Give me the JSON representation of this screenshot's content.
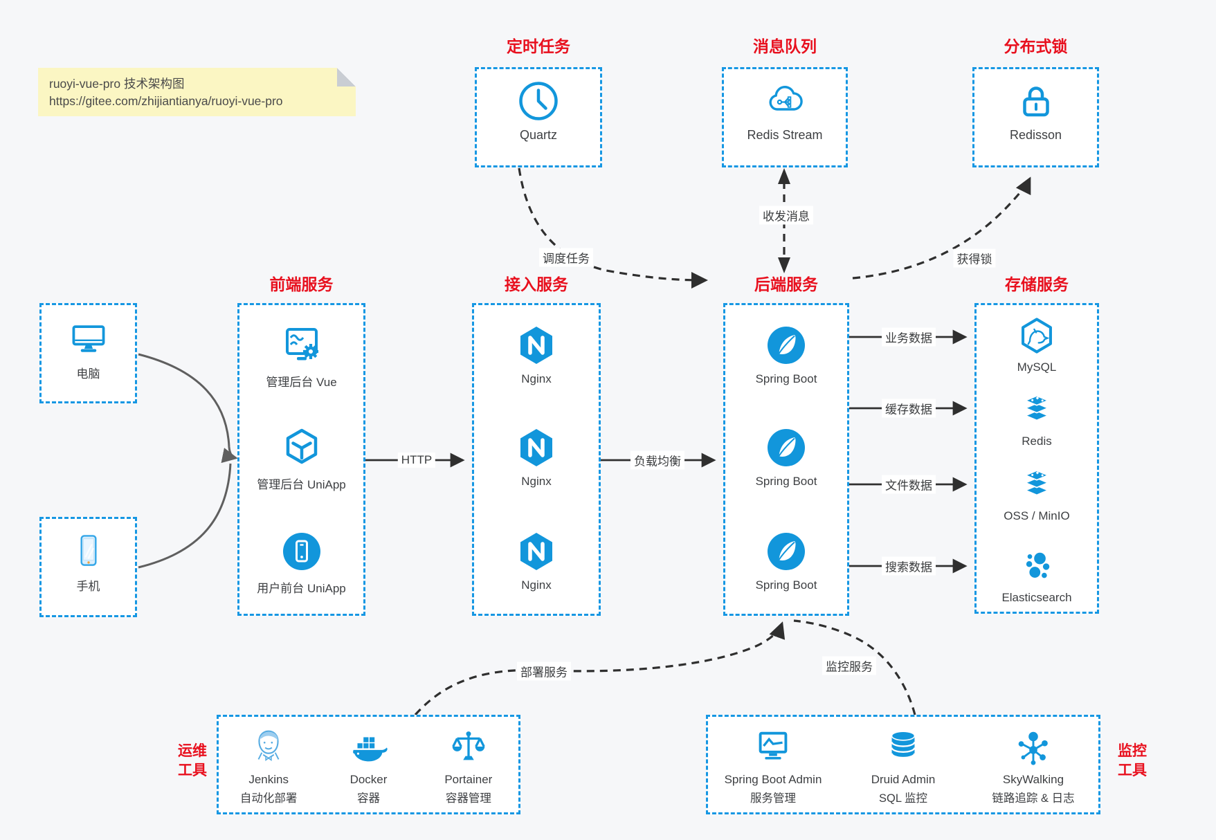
{
  "note": {
    "title": "ruoyi-vue-pro 技术架构图",
    "url": "https://gitee.com/zhijiantianya/ruoyi-vue-pro"
  },
  "colors": {
    "accent_blue": "#1296db",
    "border_blue": "#1697e3",
    "title_red": "#e8101e",
    "note_bg": "#fbf6c3",
    "arrow_dark": "#2f2f2f",
    "connector_gray": "#666666"
  },
  "sections": {
    "scheduled_task": {
      "title": "定时任务",
      "item": {
        "label": "Quartz",
        "icon": "clock-icon"
      }
    },
    "message_queue": {
      "title": "消息队列",
      "item": {
        "label": "Redis Stream",
        "icon": "cloud-stream-icon"
      }
    },
    "distributed_lock": {
      "title": "分布式锁",
      "item": {
        "label": "Redisson",
        "icon": "lock-icon"
      }
    },
    "clients": {
      "pc": {
        "label": "电脑",
        "icon": "desktop-icon"
      },
      "mobile": {
        "label": "手机",
        "icon": "smartphone-icon"
      }
    },
    "frontend": {
      "title": "前端服务",
      "items": [
        {
          "label": "管理后台 Vue",
          "icon": "vue-admin-screen-icon"
        },
        {
          "label": "管理后台 UniApp",
          "icon": "uniapp-cube-icon"
        },
        {
          "label": "用户前台 UniApp",
          "icon": "user-app-phone-icon"
        }
      ]
    },
    "access": {
      "title": "接入服务",
      "items": [
        {
          "label": "Nginx",
          "icon": "nginx-icon"
        },
        {
          "label": "Nginx",
          "icon": "nginx-icon"
        },
        {
          "label": "Nginx",
          "icon": "nginx-icon"
        }
      ]
    },
    "backend": {
      "title": "后端服务",
      "items": [
        {
          "label": "Spring Boot",
          "icon": "spring-boot-icon"
        },
        {
          "label": "Spring Boot",
          "icon": "spring-boot-icon"
        },
        {
          "label": "Spring Boot",
          "icon": "spring-boot-icon"
        }
      ]
    },
    "storage": {
      "title": "存储服务",
      "items": [
        {
          "label": "MySQL",
          "icon": "mysql-icon"
        },
        {
          "label": "Redis",
          "icon": "redis-icon"
        },
        {
          "label": "OSS / MinIO",
          "icon": "oss-minio-icon"
        },
        {
          "label": "Elasticsearch",
          "icon": "elasticsearch-icon"
        }
      ]
    },
    "ops_tools": {
      "label_line1": "运维",
      "label_line2": "工具",
      "items": [
        {
          "name": "Jenkins",
          "desc": "自动化部署",
          "icon": "jenkins-icon"
        },
        {
          "name": "Docker",
          "desc": "容器",
          "icon": "docker-icon"
        },
        {
          "name": "Portainer",
          "desc": "容器管理",
          "icon": "portainer-icon"
        }
      ]
    },
    "monitor_tools": {
      "label_line1": "监控",
      "label_line2": "工具",
      "items": [
        {
          "name": "Spring Boot Admin",
          "desc": "服务管理",
          "icon": "spring-boot-admin-icon"
        },
        {
          "name": "Druid Admin",
          "desc": "SQL 监控",
          "icon": "druid-icon"
        },
        {
          "name": "SkyWalking",
          "desc": "链路追踪 & 日志",
          "icon": "skywalking-icon"
        }
      ]
    }
  },
  "edges": {
    "http": "HTTP",
    "load_balance": "负载均衡",
    "business_data": "业务数据",
    "cache_data": "缓存数据",
    "file_data": "文件数据",
    "search_data": "搜索数据",
    "schedule_task": "调度任务",
    "send_receive_msg": "收发消息",
    "acquire_lock": "获得锁",
    "deploy_service": "部署服务",
    "monitor_service": "监控服务"
  }
}
